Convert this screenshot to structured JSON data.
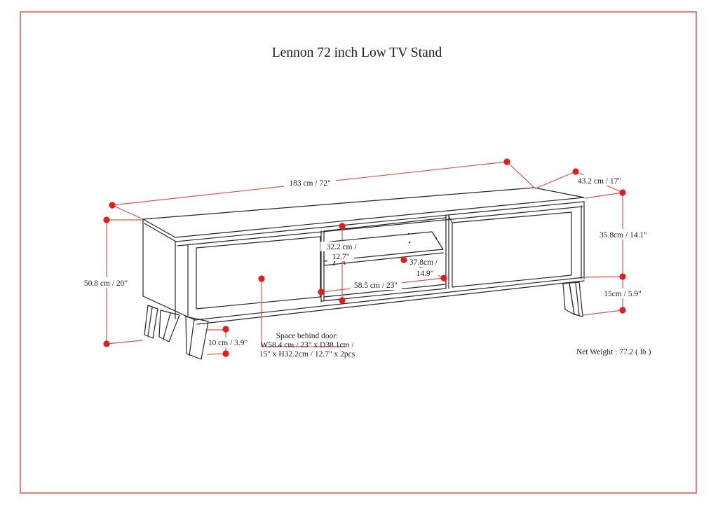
{
  "page": {
    "title": "Lennon 72 inch Low TV Stand",
    "net_weight": "Net Weight : 77.2 ( lb )"
  },
  "colors": {
    "border": "#e08585",
    "drawing_line": "#262626",
    "dimension_line": "#e05352",
    "marker_dot": "#e51c1c"
  },
  "dimensions": {
    "length": "183 cm / 72\"",
    "depth": "43.2 cm / 17\"",
    "cabinet_height": "35.8cm / 14.1\"",
    "leg_height_right": "15cm / 5.9\"",
    "overall_height": "50.8 cm / 20\"",
    "leg_height_front": "10 cm / 3.9\"",
    "interior_height_line1": "32.2 cm /",
    "interior_height_line2": "12.7\"",
    "interior_depth_line1": "37.8cm /",
    "interior_depth_line2": "14.9\"",
    "interior_width": "58.5 cm / 23\"",
    "door_space_line1": "Space behind door:",
    "door_space_line2": "W58.4 cm / 23\" x D38.1cm /",
    "door_space_line3": "15\" x H32.2cm / 12.7\" x 2pcs"
  }
}
